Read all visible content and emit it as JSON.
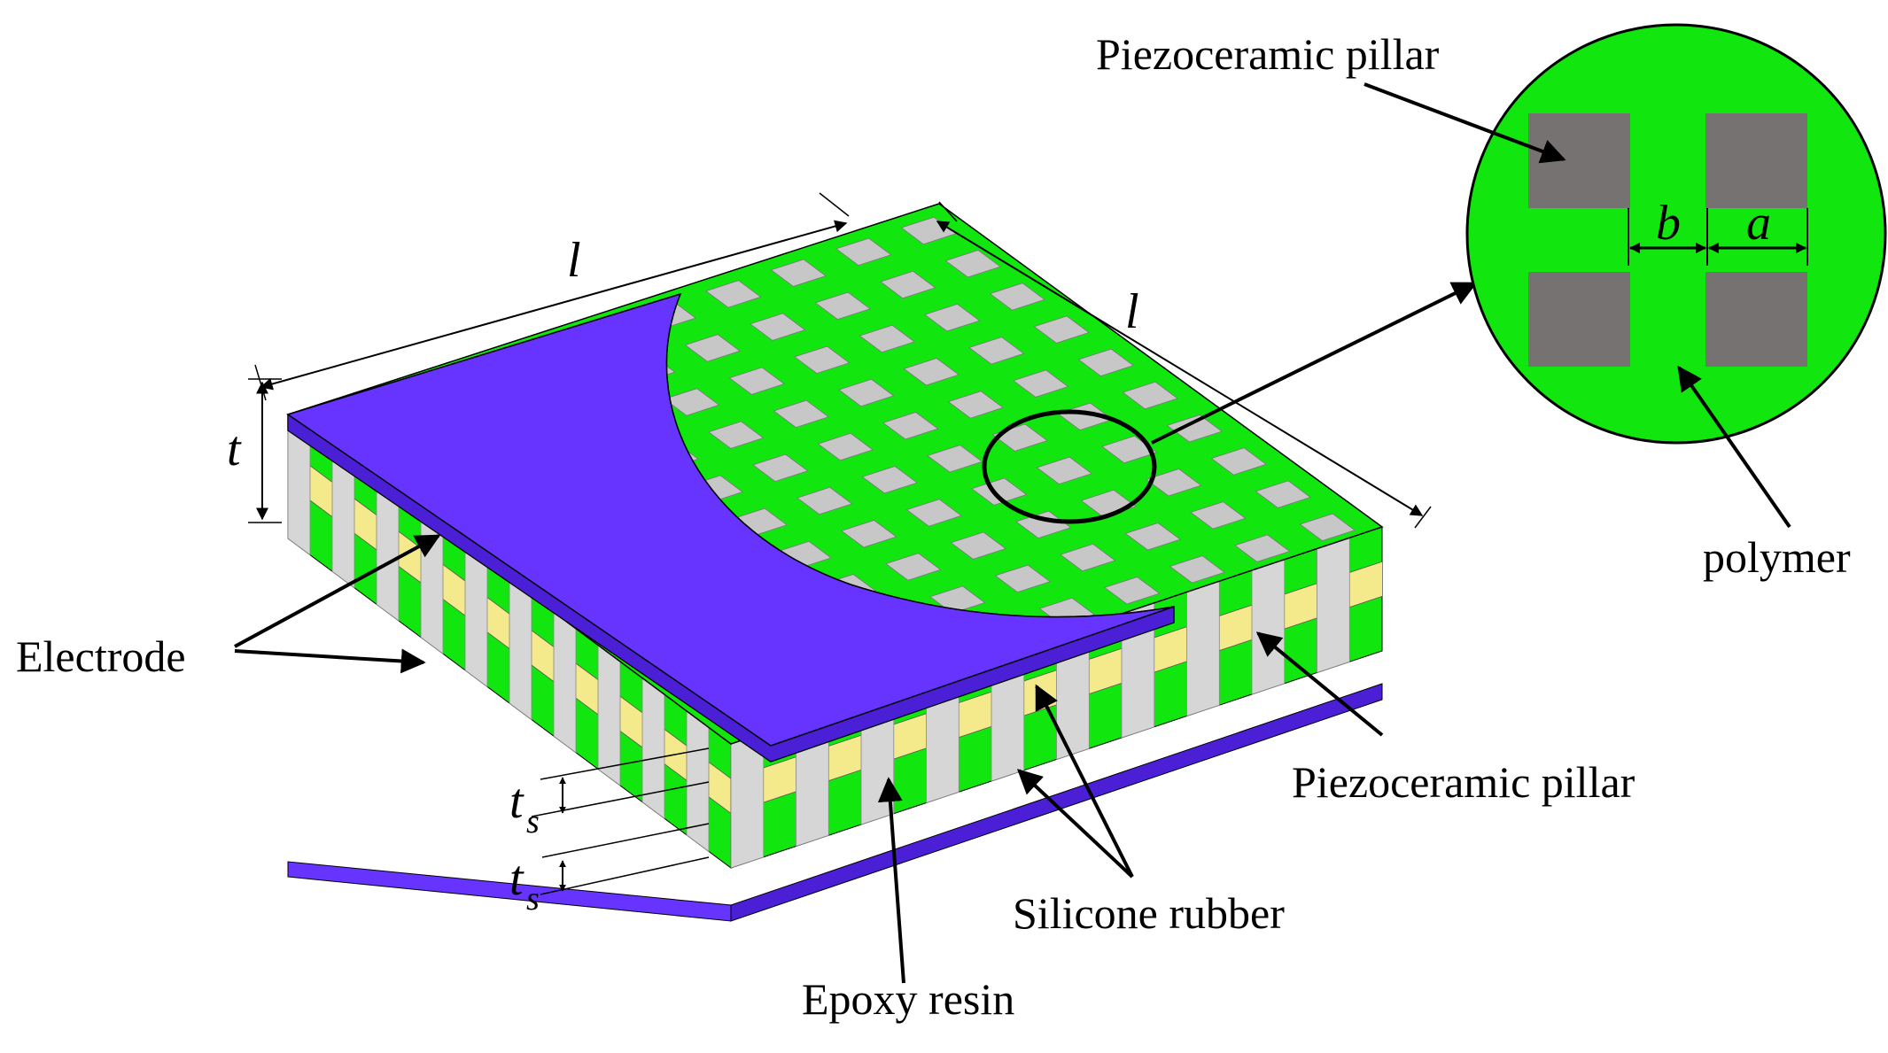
{
  "labels": {
    "piezo_pillar_top": "Piezoceramic pillar",
    "polymer": "polymer",
    "electrode": "Electrode",
    "piezo_pillar_side": "Piezoceramic pillar",
    "silicone_rubber": "Silicone rubber",
    "epoxy_resin": "Epoxy resin"
  },
  "dimensions": {
    "length_top": "l",
    "length_right": "l",
    "thickness": "t",
    "layer_thickness_symbol": "t",
    "layer_thickness_subscript": "s",
    "gap": "b",
    "pillar_width": "a"
  },
  "colors": {
    "polymer": "#12e60f",
    "piezoceramic_top": "#c7c7c7",
    "piezoceramic_side": "#d6d6d6",
    "piezoceramic_detail": "#767272",
    "electrode": "#6633ff",
    "electrode_edge": "#4a1fd6",
    "epoxy_resin": "#f4ea8c",
    "outline": "#000000"
  }
}
